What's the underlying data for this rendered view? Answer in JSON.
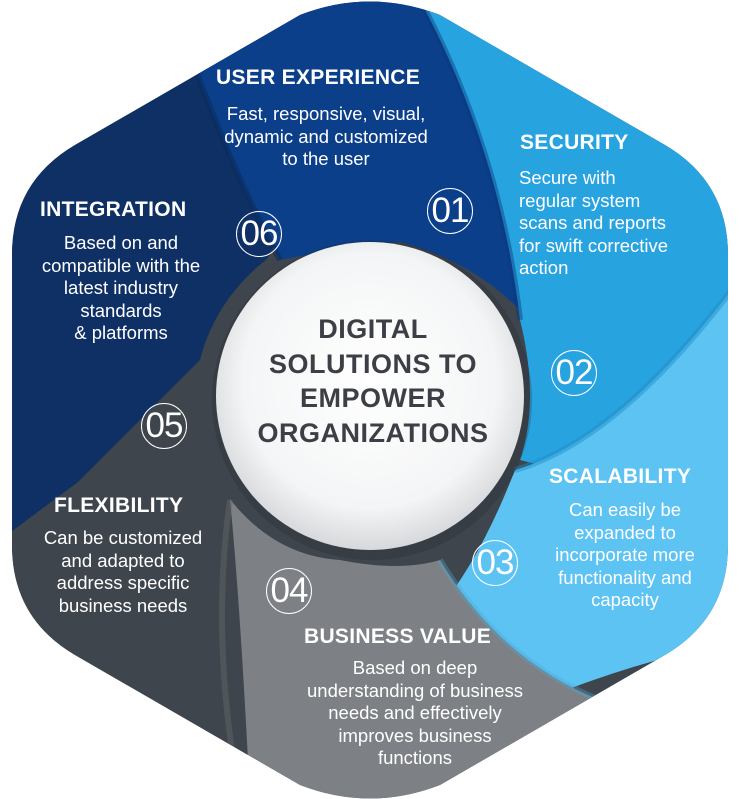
{
  "center": {
    "lines": [
      "DIGITAL",
      "SOLUTIONS TO",
      "EMPOWER",
      "ORGANIZATIONS"
    ]
  },
  "segments": [
    {
      "id": "user-experience",
      "number": "01",
      "title": "USER EXPERIENCE",
      "lines": [
        "Fast, responsive, visual,",
        "dynamic and customized",
        "to the user"
      ],
      "color": "#0b3f8a"
    },
    {
      "id": "security",
      "number": "02",
      "title": "SECURITY",
      "lines": [
        "Secure with",
        "regular system",
        "scans and reports",
        "for swift corrective",
        "action"
      ],
      "color": "#27a3e0"
    },
    {
      "id": "scalability",
      "number": "03",
      "title": "SCALABILITY",
      "lines": [
        "Can easily be",
        "expanded to",
        "incorporate more",
        "functionality and",
        "capacity"
      ],
      "color": "#5cc3f3"
    },
    {
      "id": "business-value",
      "number": "04",
      "title": "BUSINESS VALUE",
      "lines": [
        "Based on deep",
        "understanding of business",
        "needs and effectively",
        "improves business",
        "functions"
      ],
      "color": "#7d8084"
    },
    {
      "id": "flexibility",
      "number": "05",
      "title": "FLEXIBILITY",
      "lines": [
        "Can be customized",
        "and adapted to",
        "address specific",
        "business needs"
      ],
      "color": "#3f454c"
    },
    {
      "id": "integration",
      "number": "06",
      "title": "INTEGRATION",
      "lines": [
        "Based on and",
        "compatible with the",
        "latest industry",
        "standards",
        "& platforms"
      ],
      "color": "#0e3064"
    }
  ]
}
